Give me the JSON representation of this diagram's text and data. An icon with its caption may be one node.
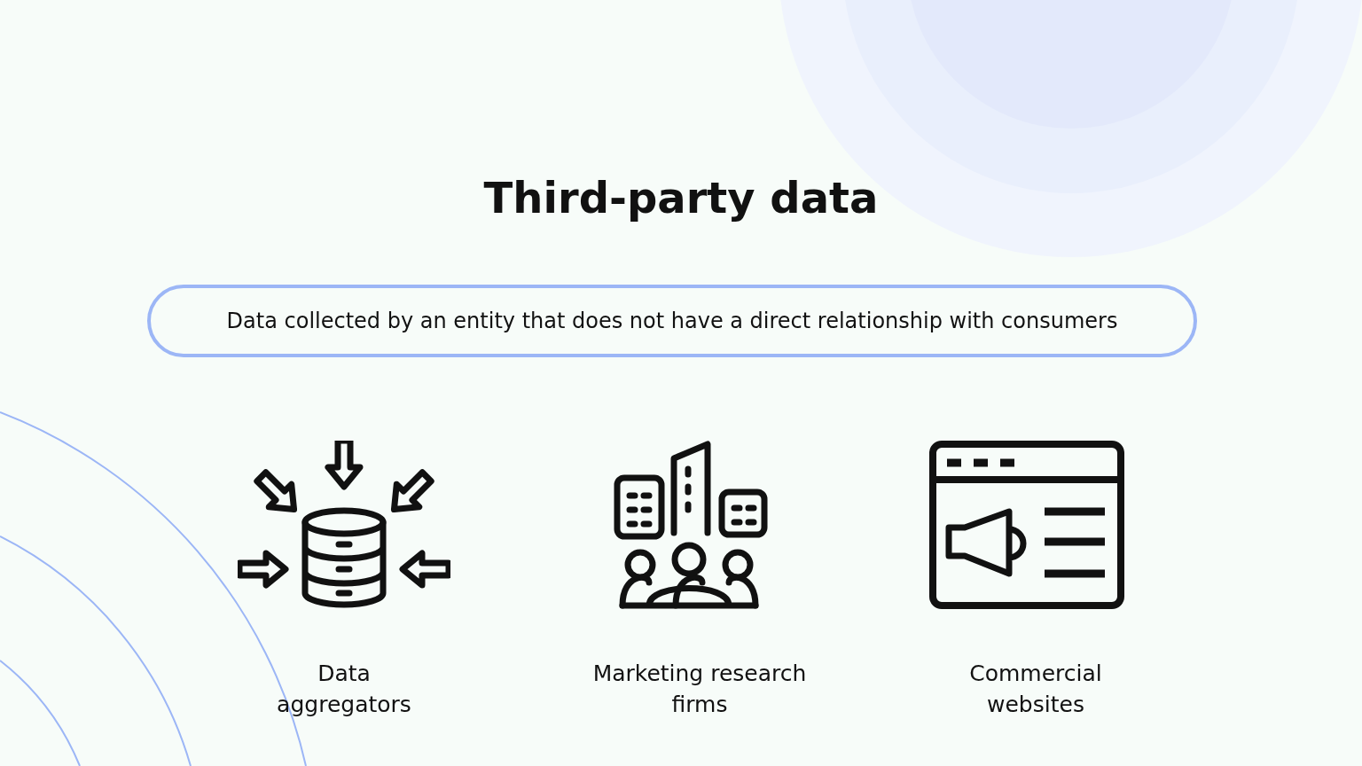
{
  "diagram": {
    "title": "Third-party data",
    "nodes": [
      {
        "text": [
          "Data collected by an entity that does not have a direct relationship with consumers"
        ]
      }
    ],
    "edges": [],
    "labels": [
      "Data aggregators",
      "Marketing research firms",
      "Commercial websites"
    ]
  }
}
